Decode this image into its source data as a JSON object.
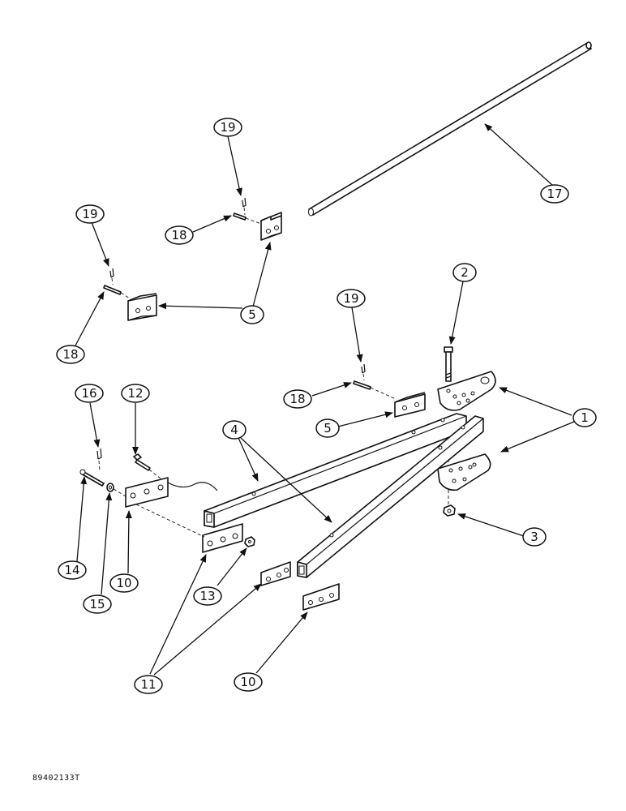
{
  "drawing_code": "89402133T",
  "callouts": [
    {
      "id": "c1",
      "label": "1"
    },
    {
      "id": "c2",
      "label": "2"
    },
    {
      "id": "c3",
      "label": "3"
    },
    {
      "id": "c4",
      "label": "4"
    },
    {
      "id": "c5a",
      "label": "5"
    },
    {
      "id": "c5b",
      "label": "5"
    },
    {
      "id": "c10a",
      "label": "10"
    },
    {
      "id": "c10b",
      "label": "10"
    },
    {
      "id": "c11",
      "label": "11"
    },
    {
      "id": "c12",
      "label": "12"
    },
    {
      "id": "c13",
      "label": "13"
    },
    {
      "id": "c14",
      "label": "14"
    },
    {
      "id": "c15",
      "label": "15"
    },
    {
      "id": "c16",
      "label": "16"
    },
    {
      "id": "c17",
      "label": "17"
    },
    {
      "id": "c18a",
      "label": "18"
    },
    {
      "id": "c18b",
      "label": "18"
    },
    {
      "id": "c18c",
      "label": "18"
    },
    {
      "id": "c19a",
      "label": "19"
    },
    {
      "id": "c19b",
      "label": "19"
    },
    {
      "id": "c19c",
      "label": "19"
    }
  ]
}
